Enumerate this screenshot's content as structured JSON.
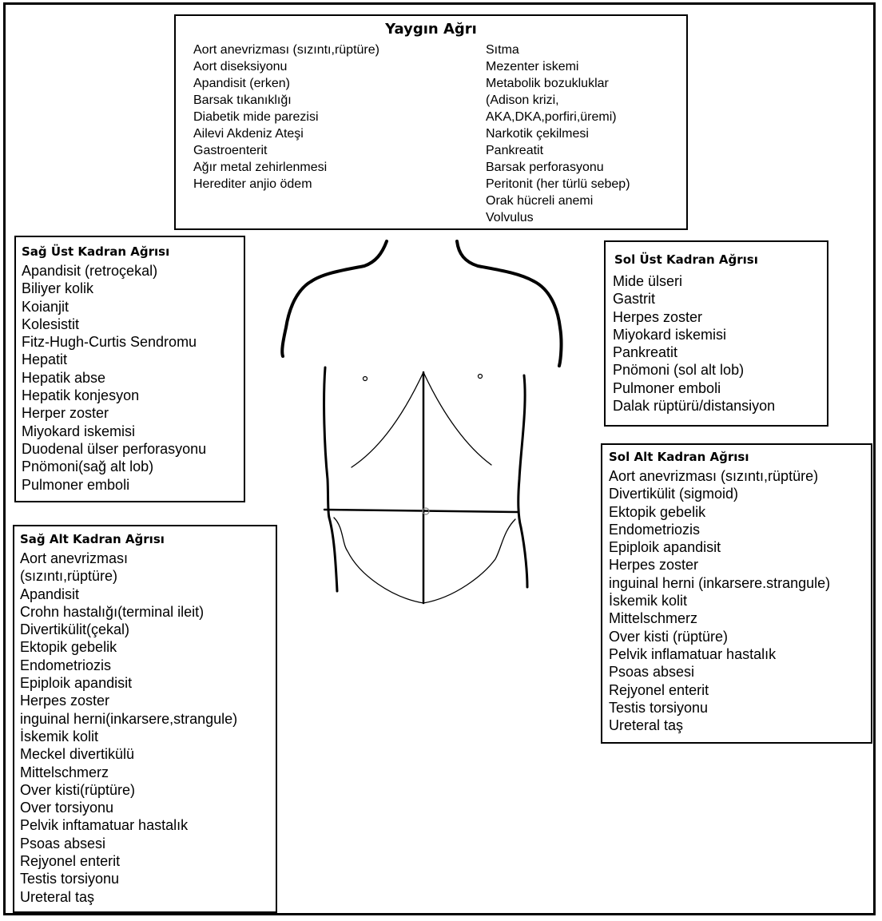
{
  "diffuse": {
    "title": "Yaygın Ağrı",
    "col1": [
      "Aort anevrizması (sızıntı,rüptüre)",
      "Aort diseksiyonu",
      "Apandisit (erken)",
      "Barsak tıkanıklığı",
      "Diabetik mide parezisi",
      "Ailevi Akdeniz Ateşi",
      "Gastroenterit",
      "Ağır metal zehirlenmesi",
      "Herediter anjio ödem"
    ],
    "col2": [
      "Sıtma",
      "Mezenter iskemi",
      "Metabolik bozukluklar",
      "(Adison krizi,",
      "AKA,DKA,porfiri,üremi)",
      "Narkotik çekilmesi",
      "Pankreatit",
      "Barsak perforasyonu",
      "Peritonit (her türlü sebep)",
      "Orak hücreli anemi",
      "Volvulus"
    ]
  },
  "ruq": {
    "title": "Sağ Üst Kadran Ağrısı",
    "items": [
      "Apandisit (retroçekal)",
      "Biliyer kolik",
      "Koianjit",
      "Kolesistit",
      "Fitz-Hugh-Curtis Sendromu",
      "Hepatit",
      "Hepatik abse",
      "Hepatik konjesyon",
      "Herper zoster",
      "Miyokard iskemisi",
      "Duodenal ülser perforasyonu",
      "Pnömoni(sağ alt lob)",
      "Pulmoner emboli"
    ]
  },
  "luq": {
    "title": "Sol Üst Kadran Ağrısı",
    "items": [
      "Mide ülseri",
      "Gastrit",
      "Herpes zoster",
      "Miyokard iskemisi",
      "Pankreatit",
      "Pnömoni (sol alt lob)",
      "Pulmoner emboli",
      "Dalak rüptürü/distansiyon"
    ]
  },
  "rlq": {
    "title": "Sağ Alt Kadran Ağrısı",
    "items": [
      "Aort anevrizması",
      "(sızıntı,rüptüre)",
      "Apandisit",
      "Crohn hastalığı(terminal ileit)",
      "Divertikülit(çekal)",
      "Ektopik gebelik",
      "Endometriozis",
      "Epiploik apandisit",
      "Herpes zoster",
      "inguinal herni(inkarsere,strangule)",
      "İskemik kolit",
      "Meckel divertikülü",
      "Mittelschmerz",
      "Over kisti(rüptüre)",
      "Over torsiyonu",
      "Pelvik inftamatuar hastalık",
      "Psoas absesi",
      "Rejyonel enterit",
      "Testis torsiyonu",
      "Ureteral taş"
    ]
  },
  "llq": {
    "title": "Sol Alt Kadran Ağrısı",
    "items": [
      "Aort anevrizması (sızıntı,rüptüre)",
      "Divertikülit (sigmoid)",
      "Ektopik gebelik",
      "Endometriozis",
      "Epiploik apandisit",
      "Herpes zoster",
      "inguinal herni (inkarsere.strangule)",
      "İskemik kolit",
      "Mittelschmerz",
      "Over kisti (rüptüre)",
      "Pelvik inflamatuar hastalık",
      "Psoas absesi",
      "Rejyonel enterit",
      "Testis torsiyonu",
      "Ureteral taş"
    ]
  }
}
